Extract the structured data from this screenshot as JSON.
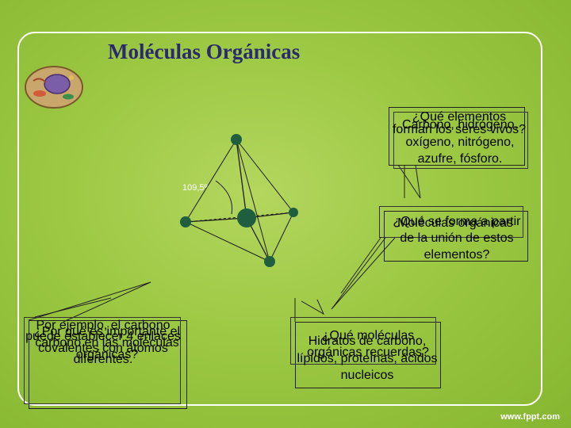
{
  "slide": {
    "title": "Moléculas Orgánicas",
    "footer": "www.fppt.com",
    "angle_label": "109,5º"
  },
  "callouts": {
    "elements": {
      "question": "¿Qué elementos forman los seres vivos?",
      "answer": "Carbono, hidrógeno, oxígeno, nitrógeno, azufre, fósforo."
    },
    "formation": {
      "question": "¿Qué se forma a partir de la unión de estos elementos?",
      "answer": "Moléculas orgánicas"
    },
    "carbon": {
      "question": "¿Por qué es importante el carbono en las moléculas orgánicas?",
      "answer": "Por ejemplo, el carbono puede establecer 4 enlaces covalentes con átomos diferentes."
    },
    "molecules": {
      "question": "¿Qué moléculas orgánicas recuerdas?",
      "answer": "Hidratos de carbono, lípidos, proteínas, ácidos nucleicos"
    }
  },
  "colors": {
    "title": "#2a2a6e",
    "background": "#9cc843",
    "atom": "#1f5f3f"
  }
}
